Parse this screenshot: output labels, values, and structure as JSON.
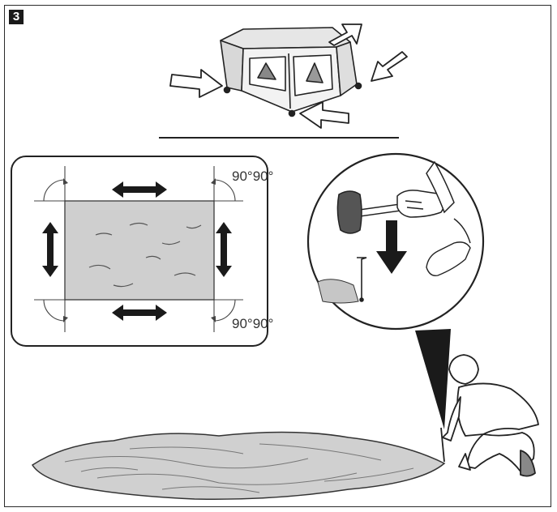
{
  "step": {
    "number": "3"
  },
  "angles": {
    "top_right": "90°90°",
    "bottom_right": "90°90°"
  },
  "colors": {
    "line": "#222222",
    "fabric": "#cfcfcf",
    "fabric_dark": "#a9a9a9",
    "background": "#ffffff"
  },
  "icons": [
    "tent-icon",
    "arrow-icon",
    "double-arrow-icon",
    "mallet-icon",
    "hand-icon",
    "tent-peg-icon",
    "person-kneeling-icon"
  ]
}
